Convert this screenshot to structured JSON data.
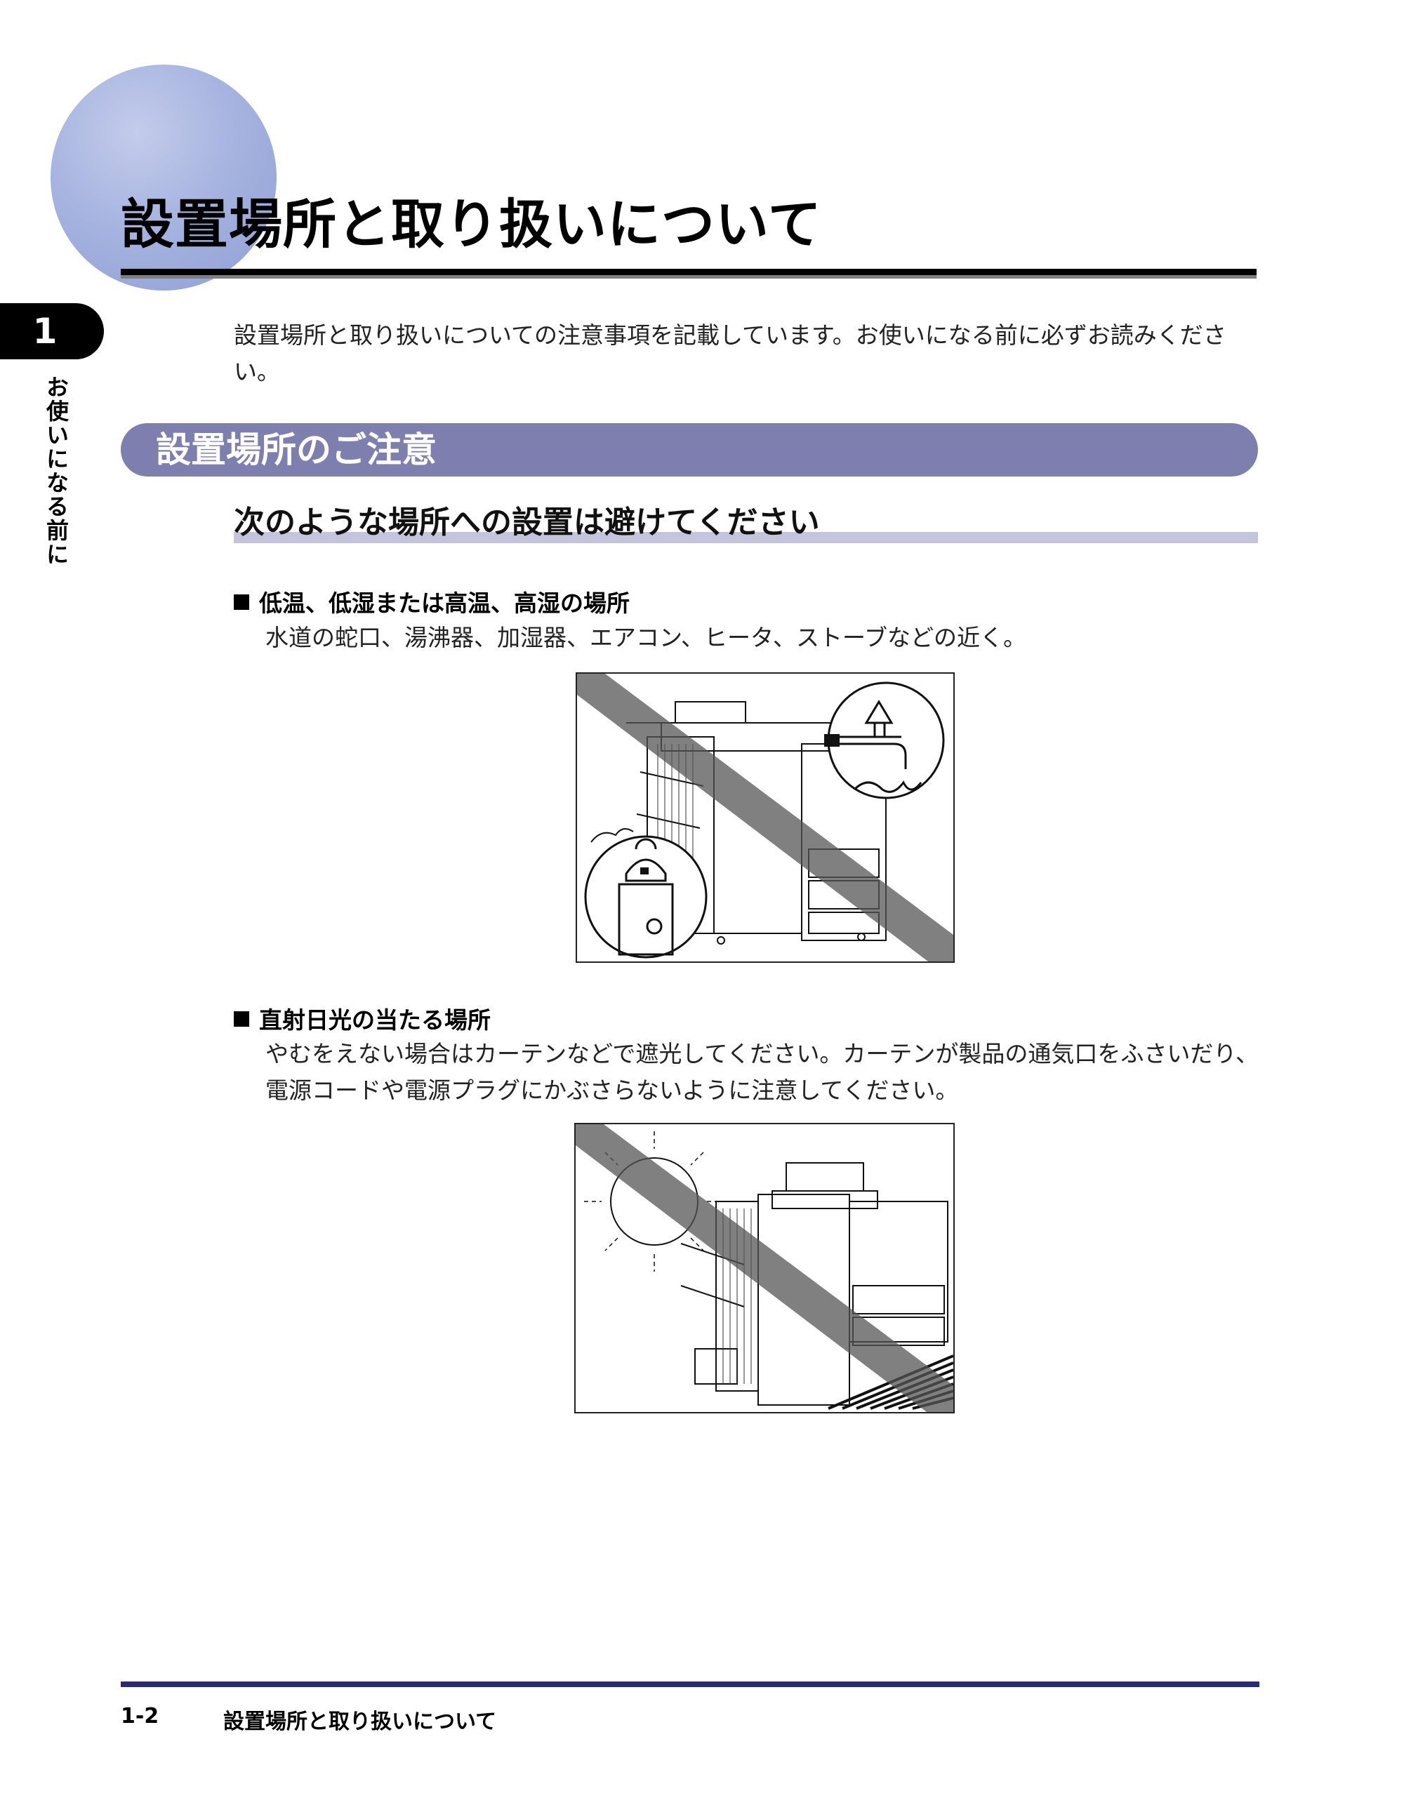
{
  "header": {
    "chapter_title": "設置場所と取り扱いについて"
  },
  "side_tab": {
    "number": "1",
    "label": "お使いになる前に"
  },
  "intro": "設置場所と取り扱いについての注意事項を記載しています。お使いになる前に必ずお読みください。",
  "section": {
    "title": "設置場所のご注意",
    "subtitle": "次のような場所への設置は避けてください",
    "items": [
      {
        "heading": "低温、低湿または高温、高湿の場所",
        "body": "水道の蛇口、湯沸器、加湿器、エアコン、ヒータ、ストーブなどの近く。",
        "figure_icon": "prohibited-copier-water-kettle-illustration"
      },
      {
        "heading": "直射日光の当たる場所",
        "body": "やむをえない場合はカーテンなどで遮光してください。カーテンが製品の通気口をふさいだり、電源コードや電源プラグにかぶさらないように注意してください。",
        "figure_icon": "prohibited-copier-sunlight-illustration"
      }
    ]
  },
  "footer": {
    "page_number": "1-2",
    "title": "設置場所と取り扱いについて"
  },
  "colors": {
    "banner": "#7e7faf",
    "circle": "#a7b4e0",
    "subtitle_underline": "#c4c4dd",
    "footer_rule": "#2b2b72"
  }
}
